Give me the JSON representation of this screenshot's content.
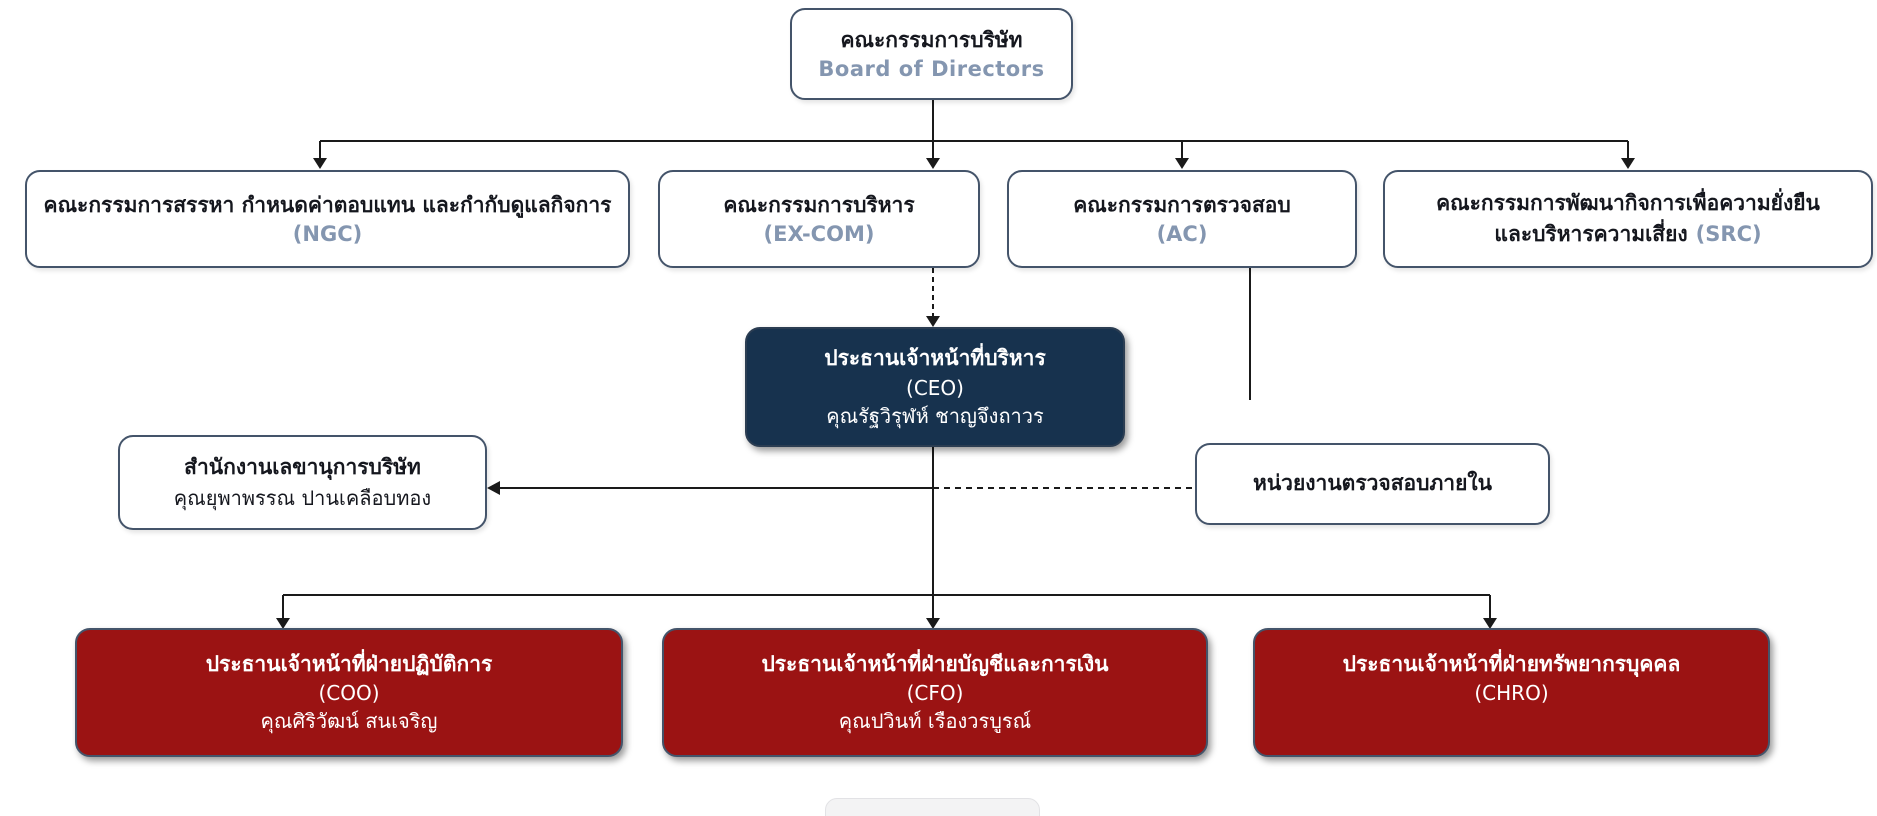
{
  "palette": {
    "box_border": "#44546A",
    "text_dark": "#15171E",
    "accent_slate_blue": "#8496B0",
    "ceo_fill": "#17324E",
    "executive_fill": "#9B1313",
    "connector": "#1A1A1A",
    "background": "#FFFFFF"
  },
  "org_chart": {
    "board": {
      "title": "คณะกรรมการบริษัท",
      "subtitle": "Board of Directors"
    },
    "committees": {
      "ngc": {
        "title": "คณะกรรมการสรรหา กำหนดค่าตอบแทน และกำกับดูแลกิจการ",
        "abbr": "(NGC)"
      },
      "excom": {
        "title": "คณะกรรมการบริหาร",
        "abbr": "(EX-COM)"
      },
      "ac": {
        "title": "คณะกรรมการตรวจสอบ",
        "abbr": "(AC)"
      },
      "src": {
        "title_line1": "คณะกรรมการพัฒนากิจการเพื่อความยั่งยืน",
        "title_line2": "และบริหารความเสี่ยง",
        "abbr": "(SRC)"
      }
    },
    "ceo": {
      "title": "ประธานเจ้าหน้าที่บริหาร",
      "abbr": "(CEO)",
      "name": "คุณรัฐวิรุฬห์ ชาญจึงถาวร"
    },
    "secretary_office": {
      "title": "สำนักงานเลขานุการบริษัท",
      "name": "คุณยุพาพรรณ ปานเคลือบทอง"
    },
    "internal_audit": {
      "title": "หน่วยงานตรวจสอบภายใน"
    },
    "executives": {
      "coo": {
        "title": "ประธานเจ้าหน้าที่ฝ่ายปฏิบัติการ",
        "abbr": "(COO)",
        "name": "คุณศิริวัฒน์ สนเจริญ"
      },
      "cfo": {
        "title": "ประธานเจ้าหน้าที่ฝ่ายบัญชีและการเงิน",
        "abbr": "(CFO)",
        "name": "คุณปวินท์ เรืองวรบูรณ์"
      },
      "chro": {
        "title": "ประธานเจ้าหน้าที่ฝ่ายทรัพยากรบุคคล",
        "abbr": "(CHRO)"
      }
    }
  }
}
